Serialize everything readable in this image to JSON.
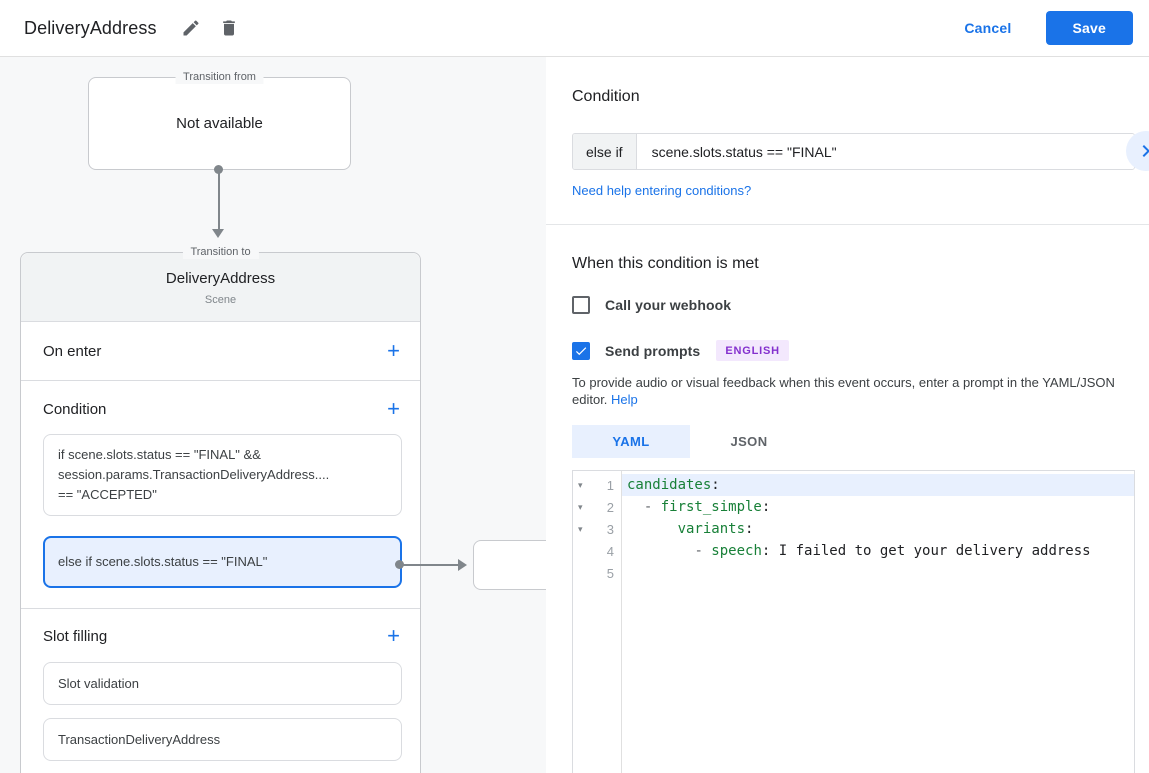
{
  "topbar": {
    "title": "DeliveryAddress",
    "cancel_label": "Cancel",
    "save_label": "Save"
  },
  "flowchart": {
    "from_box": {
      "legend": "Transition from",
      "value": "Not available"
    },
    "to_card": {
      "legend": "Transition to",
      "scene_name": "DeliveryAddress",
      "scene_type": "Scene",
      "on_enter": {
        "label": "On enter",
        "add": "+"
      },
      "condition": {
        "label": "Condition",
        "add": "+",
        "items": [
          {
            "text": "if scene.slots.status == \"FINAL\" &&\nsession.params.TransactionDeliveryAddress....\n== \"ACCEPTED\"",
            "selected": false
          },
          {
            "text": "else if scene.slots.status == \"FINAL\"",
            "selected": true
          }
        ]
      },
      "slot_filling": {
        "label": "Slot filling",
        "add": "+",
        "items": [
          {
            "text": "Slot validation"
          },
          {
            "text": "TransactionDeliveryAddress"
          }
        ]
      }
    }
  },
  "panel": {
    "condition": {
      "heading": "Condition",
      "operator": "else if",
      "expression": "scene.slots.status == \"FINAL\"",
      "help_link": "Need help entering conditions?"
    },
    "when_met": {
      "heading": "When this condition is met",
      "webhook": {
        "label": "Call your webhook",
        "checked": false
      },
      "prompts": {
        "label": "Send prompts",
        "checked": true,
        "badge": "ENGLISH"
      },
      "description": "To provide audio or visual feedback when this event occurs, enter a prompt in the YAML/JSON editor.",
      "help_label": "Help"
    },
    "editor": {
      "fold_glyph": "▾",
      "tabs": [
        {
          "label": "YAML",
          "active": true
        },
        {
          "label": "JSON",
          "active": false
        }
      ],
      "lines": [
        {
          "num": 1,
          "fold": true,
          "active": true,
          "tokens": [
            {
              "c": "key",
              "t": "candidates"
            },
            {
              "c": "plain",
              "t": ":"
            }
          ]
        },
        {
          "num": 2,
          "fold": true,
          "tokens": [
            {
              "c": "plain",
              "t": "  "
            },
            {
              "c": "dash",
              "t": "- "
            },
            {
              "c": "key",
              "t": "first_simple"
            },
            {
              "c": "plain",
              "t": ":"
            }
          ]
        },
        {
          "num": 3,
          "fold": true,
          "tokens": [
            {
              "c": "plain",
              "t": "      "
            },
            {
              "c": "key",
              "t": "variants"
            },
            {
              "c": "plain",
              "t": ":"
            }
          ]
        },
        {
          "num": 4,
          "tokens": [
            {
              "c": "plain",
              "t": "        "
            },
            {
              "c": "dash",
              "t": "- "
            },
            {
              "c": "key",
              "t": "speech"
            },
            {
              "c": "plain",
              "t": ": I failed to get your delivery address"
            }
          ]
        },
        {
          "num": 5,
          "tokens": []
        }
      ]
    }
  },
  "colors": {
    "accent": "#1a73e8",
    "selection_bg": "#e8f0fe",
    "yaml_key_green": "#188038",
    "badge_bg": "#f3e8fd",
    "badge_text": "#8430ce",
    "connector_gray": "#80868b"
  }
}
